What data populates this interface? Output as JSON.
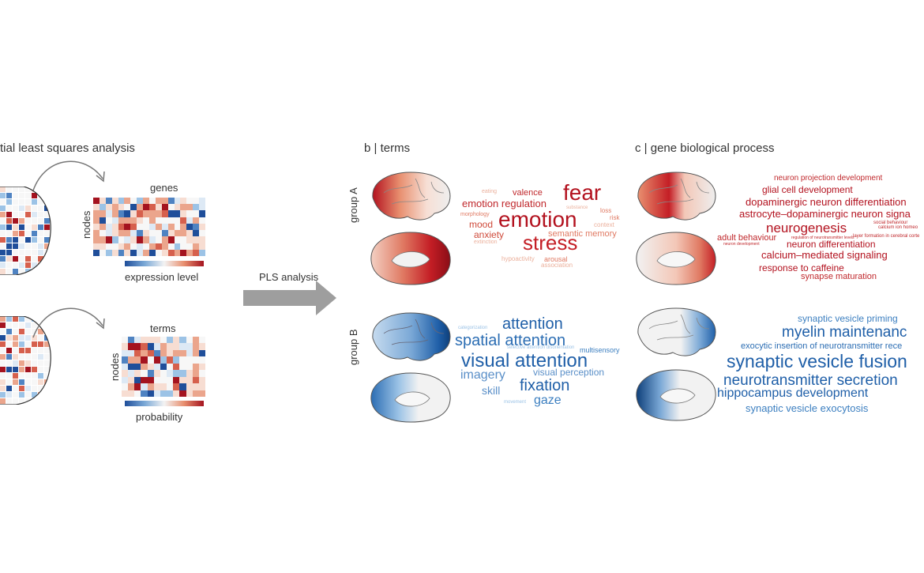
{
  "panel_a": {
    "title": "tial least squares analysis",
    "matrix1": {
      "top_label": "genes",
      "side_label": "nodes",
      "bar_label": "expression level"
    },
    "matrix2": {
      "top_label": "terms",
      "side_label": "nodes",
      "bar_label": "probability"
    },
    "arrow_label": "PLS analysis"
  },
  "panel_b": {
    "title": "b | terms"
  },
  "panel_c": {
    "title": "c | gene biological process"
  },
  "groups": {
    "a": "group A",
    "b": "group B"
  },
  "colors": {
    "red_dark": "#b3121f",
    "red_mid": "#d9402e",
    "red_light": "#f0a58a",
    "blue_dark": "#1f5fa8",
    "blue_mid": "#3c7fc0",
    "blue_light": "#9cc3e6",
    "arrow": "#9e9e9e"
  },
  "words_b_a": [
    {
      "text": "fear",
      "size": 28,
      "color": "#b3121f"
    },
    {
      "text": "emotion",
      "size": 28,
      "color": "#b3121f"
    },
    {
      "text": "stress",
      "size": 26,
      "color": "#c41e25"
    },
    {
      "text": "emotion regulation",
      "size": 13,
      "color": "#c0282c"
    },
    {
      "text": "valence",
      "size": 11,
      "color": "#c0282c"
    },
    {
      "text": "mood",
      "size": 12,
      "color": "#cf4a3a"
    },
    {
      "text": "anxiety",
      "size": 12,
      "color": "#cf4a3a"
    },
    {
      "text": "semantic memory",
      "size": 11,
      "color": "#e07a63"
    },
    {
      "text": "arousal",
      "size": 9,
      "color": "#e07a63"
    },
    {
      "text": "association",
      "size": 8,
      "color": "#ebb09c"
    },
    {
      "text": "hypoactivity",
      "size": 8,
      "color": "#ebb09c"
    },
    {
      "text": "extinction",
      "size": 7,
      "color": "#ebb09c"
    },
    {
      "text": "morphology",
      "size": 7,
      "color": "#e07a63"
    },
    {
      "text": "eating",
      "size": 7,
      "color": "#ebb09c"
    },
    {
      "text": "loss",
      "size": 8,
      "color": "#e07a63"
    },
    {
      "text": "risk",
      "size": 8,
      "color": "#e07a63"
    },
    {
      "text": "context",
      "size": 8,
      "color": "#ebb09c"
    },
    {
      "text": "substance",
      "size": 6,
      "color": "#ebb09c"
    }
  ],
  "words_b_b": [
    {
      "text": "attention",
      "size": 20,
      "color": "#1f5fa8"
    },
    {
      "text": "spatial attention",
      "size": 20,
      "color": "#2b6db3"
    },
    {
      "text": "visual attention",
      "size": 24,
      "color": "#1f5fa8"
    },
    {
      "text": "imagery",
      "size": 16,
      "color": "#5a8fc8"
    },
    {
      "text": "fixation",
      "size": 20,
      "color": "#1f5fa8"
    },
    {
      "text": "visual perception",
      "size": 12,
      "color": "#5a8fc8"
    },
    {
      "text": "skill",
      "size": 14,
      "color": "#5a8fc8"
    },
    {
      "text": "gaze",
      "size": 16,
      "color": "#3c7fc0"
    },
    {
      "text": "multisensory",
      "size": 9,
      "color": "#3c7fc0"
    },
    {
      "text": "categorization",
      "size": 6,
      "color": "#9cc3e6"
    },
    {
      "text": "selective attention disorientation",
      "size": 6,
      "color": "#9cc3e6"
    },
    {
      "text": "movement",
      "size": 6,
      "color": "#9cc3e6"
    }
  ],
  "words_c_a": [
    {
      "text": "neuron projection development",
      "size": 10,
      "color": "#c0282c"
    },
    {
      "text": "glial cell development",
      "size": 12,
      "color": "#b3121f"
    },
    {
      "text": "dopaminergic neuron differentiation",
      "size": 13,
      "color": "#b3121f"
    },
    {
      "text": "astrocyte–dopaminergic neuron signa",
      "size": 13,
      "color": "#b3121f"
    },
    {
      "text": "neurogenesis",
      "size": 17,
      "color": "#b3121f"
    },
    {
      "text": "social behaviour",
      "size": 6,
      "color": "#c0282c"
    },
    {
      "text": "calcium ion homeo",
      "size": 6,
      "color": "#c0282c"
    },
    {
      "text": "adult behaviour",
      "size": 11,
      "color": "#c0282c"
    },
    {
      "text": "neuron development",
      "size": 5,
      "color": "#c0282c"
    },
    {
      "text": "neuron differentiation",
      "size": 12,
      "color": "#b3121f"
    },
    {
      "text": "layer formation in cerebral corte",
      "size": 6,
      "color": "#c0282c"
    },
    {
      "text": "regulation of neurotransmitter levels",
      "size": 5,
      "color": "#c0282c"
    },
    {
      "text": "calcium–mediated signaling",
      "size": 13,
      "color": "#b3121f"
    },
    {
      "text": "response to caffeine",
      "size": 12,
      "color": "#b3121f"
    },
    {
      "text": "synapse maturation",
      "size": 11,
      "color": "#c0282c"
    }
  ],
  "words_c_b": [
    {
      "text": "synaptic vesicle priming",
      "size": 12,
      "color": "#3c7fc0"
    },
    {
      "text": "myelin maintenanc",
      "size": 19,
      "color": "#1f5fa8"
    },
    {
      "text": "exocytic insertion of neurotransmitter rece",
      "size": 11,
      "color": "#2b6db3"
    },
    {
      "text": "synaptic vesicle fusion",
      "size": 23,
      "color": "#1f5fa8"
    },
    {
      "text": "neurotransmitter secretion",
      "size": 19,
      "color": "#1f5fa8"
    },
    {
      "text": "hippocampus development",
      "size": 16,
      "color": "#1f5fa8"
    },
    {
      "text": "synaptic vesicle exocytosis",
      "size": 13,
      "color": "#3c7fc0"
    }
  ]
}
